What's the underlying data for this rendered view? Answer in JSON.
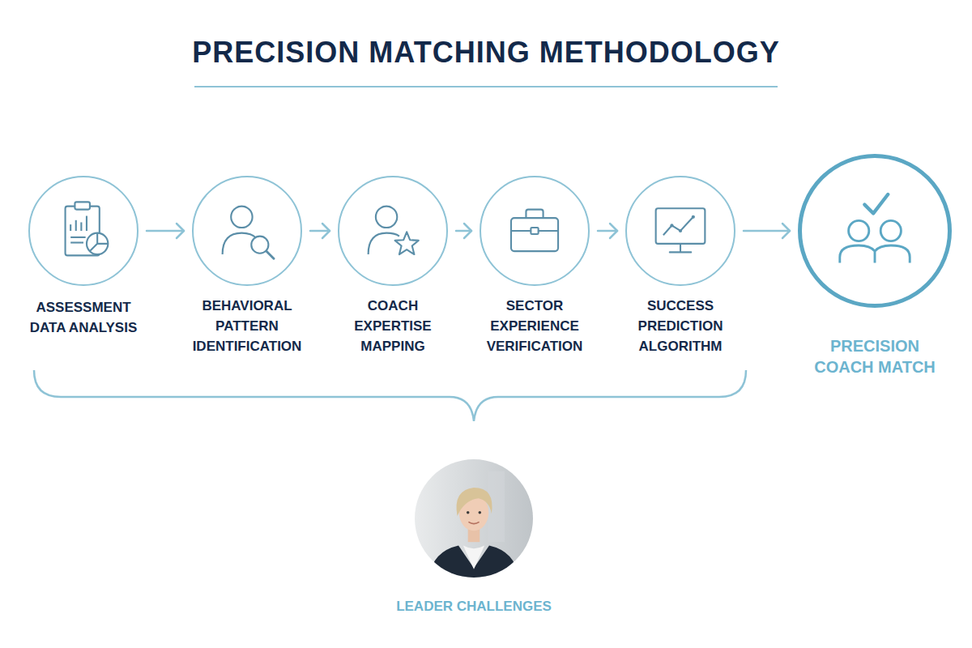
{
  "diagram": {
    "title": "PRECISION MATCHING METHODOLOGY",
    "nodes": [
      {
        "text": [
          "ASSESSMENT DATA ANALYSIS"
        ]
      },
      {
        "text": [
          "BEHAVIORAL PATTERN IDENTIFICATION"
        ]
      },
      {
        "text": [
          "COACH EXPERTISE MAPPING"
        ]
      },
      {
        "text": [
          "SECTOR EXPERIENCE VERIFICATION"
        ]
      },
      {
        "text": [
          "SUCCESS PREDICTION ALGORITHM"
        ]
      },
      {
        "text": [
          "PRECISION COACH MATCH"
        ]
      },
      {
        "text": [
          "LEADER CHALLENGES"
        ]
      }
    ],
    "edges": [
      {
        "from": 0,
        "to": 1,
        "arrow": "to"
      },
      {
        "from": 1,
        "to": 2,
        "arrow": "to"
      },
      {
        "from": 2,
        "to": 3,
        "arrow": "to"
      },
      {
        "from": 3,
        "to": 4,
        "arrow": "to"
      },
      {
        "from": 4,
        "to": 5,
        "arrow": "to"
      }
    ]
  }
}
